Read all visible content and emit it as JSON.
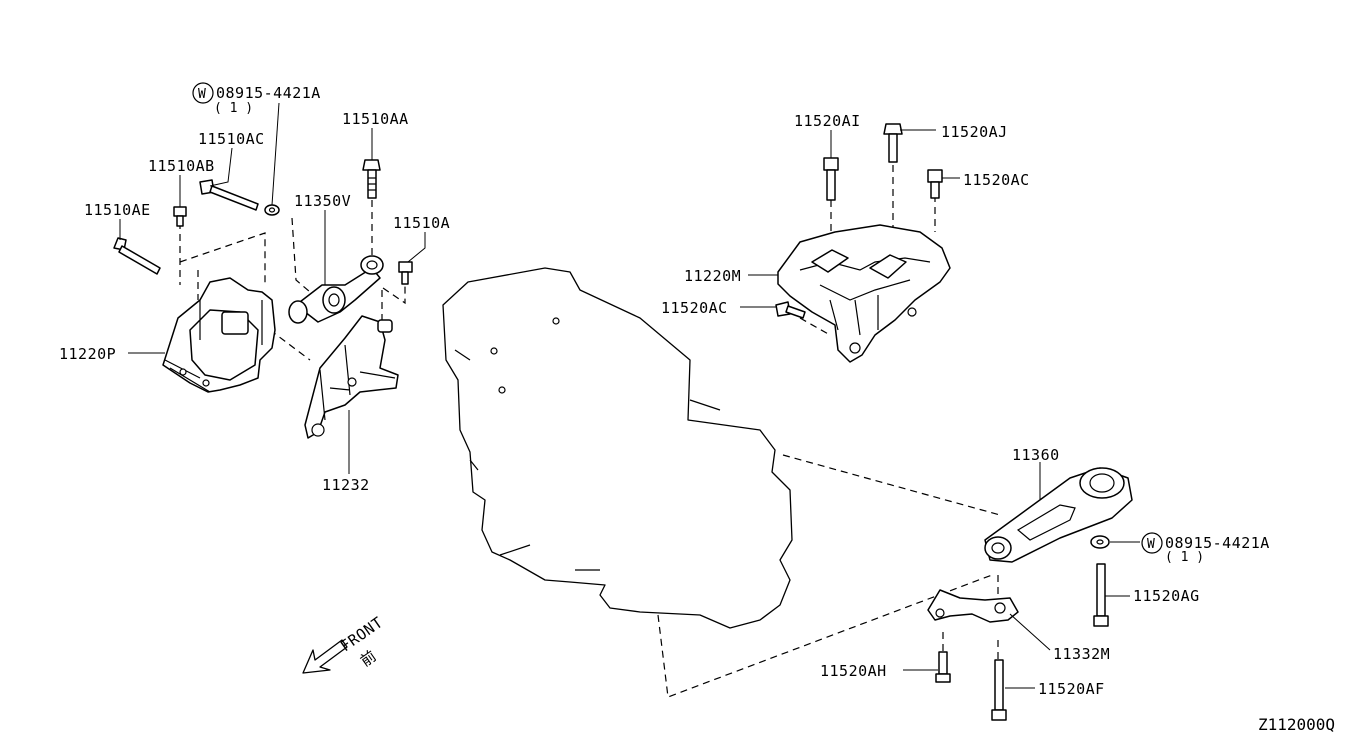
{
  "labels": {
    "washer_left": "08915-4421A",
    "washer_left_qty": "( 1 )",
    "bolt_11510AA": "11510AA",
    "bolt_11510AC": "11510AC",
    "bolt_11510AB": "11510AB",
    "bolt_11510AE": "11510AE",
    "bracket_11350V": "11350V",
    "bolt_11510A": "11510A",
    "mount_11220P": "11220P",
    "bracket_11232": "11232",
    "bolt_11520AI": "11520AI",
    "bolt_11520AJ": "11520AJ",
    "bolt_11520AC_top": "11520AC",
    "mount_11220M": "11220M",
    "bolt_11520AC_left": "11520AC",
    "rod_11360": "11360",
    "washer_right": "08915-4421A",
    "washer_right_qty": "( 1 )",
    "bolt_11520AG": "11520AG",
    "bracket_11332M": "11332M",
    "bolt_11520AH": "11520AH",
    "bolt_11520AF": "11520AF",
    "washer_symbol": "W",
    "front_text": "FRONT",
    "front_kanji": "前",
    "diagram_ref": "Z112000Q"
  },
  "icons": {
    "washer": "washer-symbol-icon",
    "front": "front-direction-arrow-icon"
  }
}
